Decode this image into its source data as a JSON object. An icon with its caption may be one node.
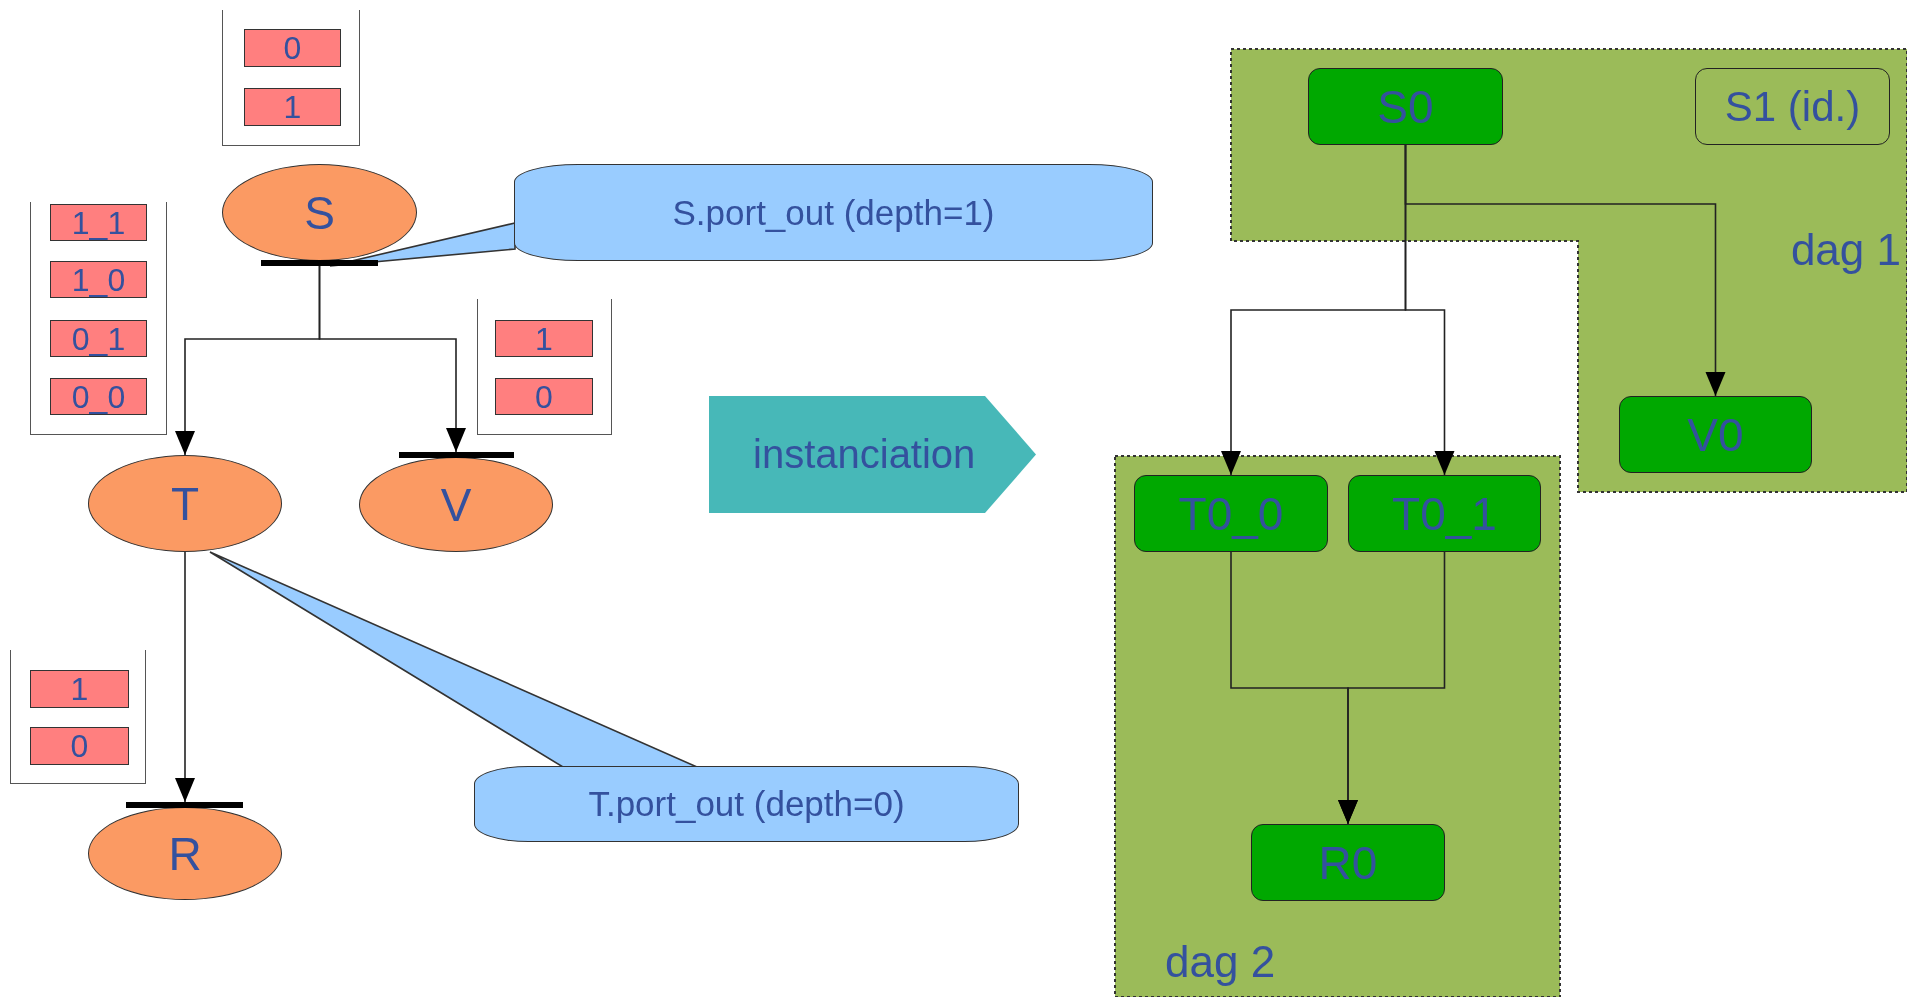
{
  "diagram": {
    "nodes": [
      {
        "text": [],
        "shape": "box"
      },
      {
        "text": [
          "0"
        ],
        "in": 0
      },
      {
        "text": [
          "1"
        ],
        "in": 0
      },
      {
        "text": [
          "S"
        ]
      },
      {
        "text": [],
        "shape": "box"
      },
      {
        "text": [
          "1_1"
        ],
        "in": 4
      },
      {
        "text": [
          "1_0"
        ],
        "in": 4
      },
      {
        "text": [
          "0_1"
        ],
        "in": 4
      },
      {
        "text": [
          "0_0"
        ],
        "in": 4
      },
      {
        "text": [
          "S.port_out (depth=1)"
        ]
      },
      {
        "text": [],
        "shape": "box"
      },
      {
        "text": [
          "1"
        ],
        "in": 10
      },
      {
        "text": [
          "0"
        ],
        "in": 10
      },
      {
        "text": [
          "T"
        ]
      },
      {
        "text": [
          "V"
        ]
      },
      {
        "text": [],
        "shape": "box"
      },
      {
        "text": [
          "1"
        ],
        "in": 15
      },
      {
        "text": [
          "0"
        ],
        "in": 15
      },
      {
        "text": [
          "R"
        ]
      },
      {
        "text": [
          "T.port_out (depth=0)"
        ]
      },
      {
        "text": [
          "instanciation"
        ]
      },
      {
        "text": [
          "dag 1"
        ]
      },
      {
        "text": [
          "S0"
        ],
        "in": 21
      },
      {
        "text": [
          "S1 (id.)"
        ],
        "in": 21
      },
      {
        "text": [
          "V0"
        ],
        "in": 21
      },
      {
        "text": [
          "dag 2"
        ]
      },
      {
        "text": [
          "T0_0"
        ],
        "in": 25
      },
      {
        "text": [
          "T0_1"
        ],
        "in": 25
      },
      {
        "text": [
          "R0"
        ],
        "in": 25
      }
    ],
    "edges": [
      {
        "from": 3,
        "to": 13,
        "arrow": "to"
      },
      {
        "from": 3,
        "to": 14,
        "arrow": "to"
      },
      {
        "from": 13,
        "to": 18,
        "arrow": "to"
      },
      {
        "from": 9,
        "to": 3,
        "arrow": "none"
      },
      {
        "from": 19,
        "to": 13,
        "arrow": "none"
      },
      {
        "from": 22,
        "to": 24,
        "arrow": "to"
      },
      {
        "from": 22,
        "to": 26,
        "arrow": "to"
      },
      {
        "from": 22,
        "to": 27,
        "arrow": "to"
      },
      {
        "from": 26,
        "to": 28,
        "arrow": "to"
      },
      {
        "from": 27,
        "to": 28,
        "arrow": "to"
      }
    ]
  }
}
